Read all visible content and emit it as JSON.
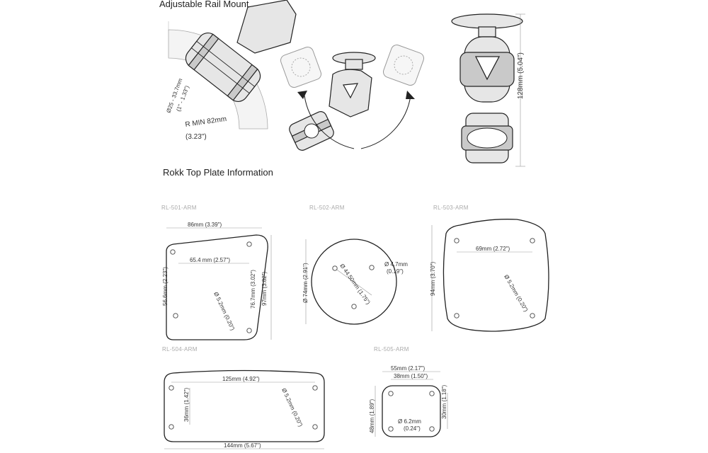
{
  "headings": {
    "rail_mount": "Adjustable Rail Mount",
    "top_plate": "Rokk Top Plate Information"
  },
  "rail_mount": {
    "diameter_mm": "Ø25 - 33.7mm",
    "diameter_in": "(1\" - 1.33\")",
    "radius_mm": "R MIN 82mm",
    "radius_in": "(3.23\")",
    "height": "128mm (5.04\")"
  },
  "plates": {
    "rl501": {
      "code": "RL-501-ARM",
      "width": "86mm (3.39\")",
      "hole_spacing": "65.4 mm (2.57\")",
      "left_height": "56.6mm (2.23\")",
      "inner_height": "76.7mm (3.02\")",
      "height": "97mm (3.82\")",
      "hole": "Ø 5.2mm (0.20\")"
    },
    "rl502": {
      "code": "RL-502-ARM",
      "diameter": "Ø 74mm (2.91\")",
      "pcd": "Ø 44.50mm (1.75\")",
      "hole_mm": "Ø 4.7mm",
      "hole_in": "(0.19\")"
    },
    "rl503": {
      "code": "RL-503-ARM",
      "hole_spacing": "69mm (2.72\")",
      "height": "94mm (3.70\")",
      "hole": "Ø 5.2mm (0.20\")"
    },
    "rl504": {
      "code": "RL-504-ARM",
      "hole_spacing": "125mm (4.92\")",
      "inner_height": "36mm (1.42\")",
      "hole": "Ø 5.2mm (0.20\")",
      "width": "144mm (5.67\")"
    },
    "rl505": {
      "code": "RL-505-ARM",
      "width": "55mm (2.17\")",
      "hole_spacing": "38mm (1.50\")",
      "height": "48mm (1.89\")",
      "inner_height": "30mm (1.18\")",
      "hole_mm": "Ø 6.2mm",
      "hole_in": "(0.24\")"
    }
  }
}
